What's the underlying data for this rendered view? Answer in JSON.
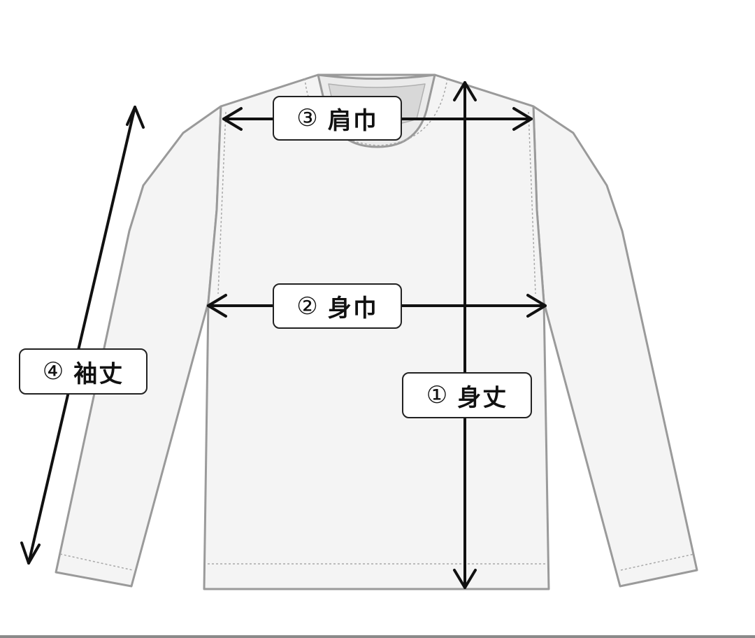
{
  "colors": {
    "outline": "#9a9a9a",
    "fill": "#f4f4f4",
    "arrow": "#111111",
    "stitch": "#a8a8a8"
  },
  "labels": {
    "body_length": {
      "number": "①",
      "text": "身丈"
    },
    "body_width": {
      "number": "②",
      "text": "身巾"
    },
    "shoulder_width": {
      "number": "③",
      "text": "肩巾"
    },
    "sleeve_length": {
      "number": "④",
      "text": "袖丈"
    }
  }
}
